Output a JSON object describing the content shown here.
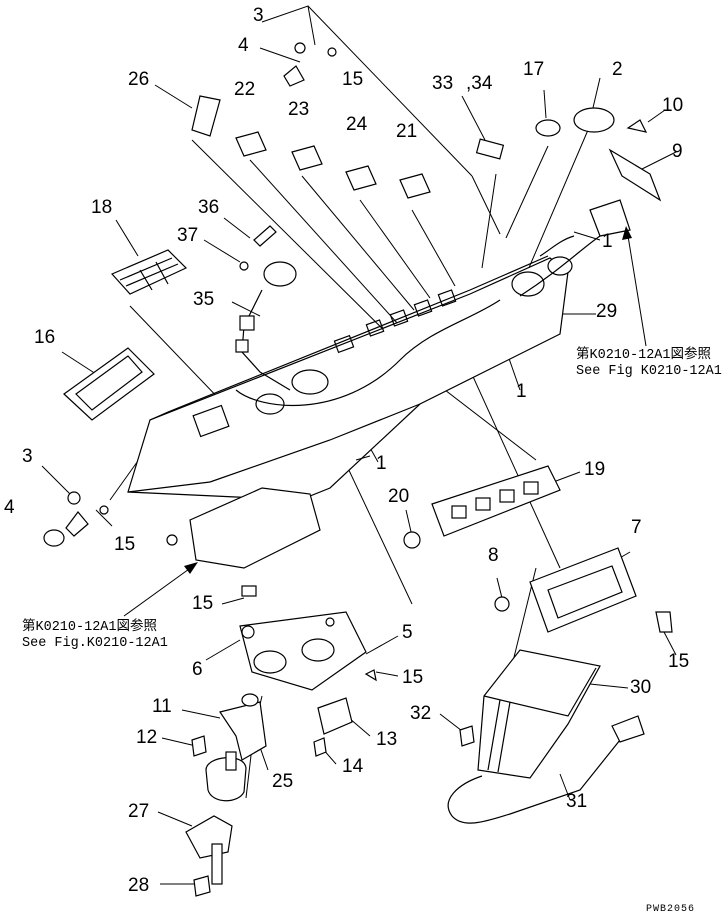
{
  "callouts": [
    "3",
    "4",
    "15",
    "26",
    "22",
    "23",
    "24",
    "21",
    "33",
    ",34",
    "17",
    "2",
    "10",
    "9",
    "18",
    "36",
    "37",
    "35",
    "1",
    "29",
    "16",
    "1",
    "1",
    "3",
    "4",
    "15",
    "20",
    "19",
    "7",
    "8",
    "15",
    "6",
    "5",
    "15",
    "30",
    "11",
    "12",
    "25",
    "13",
    "14",
    "32",
    "31",
    "27",
    "28",
    "15"
  ],
  "references": [
    {
      "jp": "第K0210-12A1図参照",
      "en": "See Fig K0210-12A1"
    },
    {
      "jp": "第K0210-12A1図参照",
      "en": "See Fig.K0210-12A1"
    }
  ],
  "drawing_code": "PWB2056"
}
